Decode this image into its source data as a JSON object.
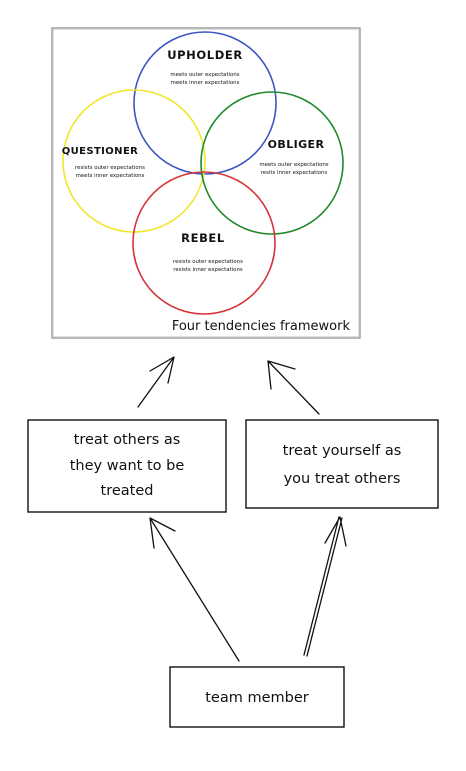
{
  "framework": {
    "caption": "Four tendencies framework",
    "circles": [
      {
        "id": "upholder",
        "title": "UPHOLDER",
        "line1": "meets outer expectations",
        "line2": "meets inner expectations",
        "color": "#3a55c4"
      },
      {
        "id": "questioner",
        "title": "QUESTIONER",
        "line1": "resists outer expectations",
        "line2": "meets inner expectations",
        "color": "#f0e62a"
      },
      {
        "id": "obliger",
        "title": "OBLIGER",
        "line1": "meets outer expectations",
        "line2": "resits inner expectations",
        "color": "#1f8a2a"
      },
      {
        "id": "rebel",
        "title": "REBEL",
        "line1": "resists outer expectations",
        "line2": "resists inner expectations",
        "color": "#d6343a"
      }
    ]
  },
  "boxes": {
    "left": {
      "line1": "treat others as",
      "line2": "they want to be",
      "line3": "treated"
    },
    "right": {
      "line1": "treat yourself as",
      "line2": "you treat others"
    },
    "bottom": {
      "label": "team member"
    }
  }
}
